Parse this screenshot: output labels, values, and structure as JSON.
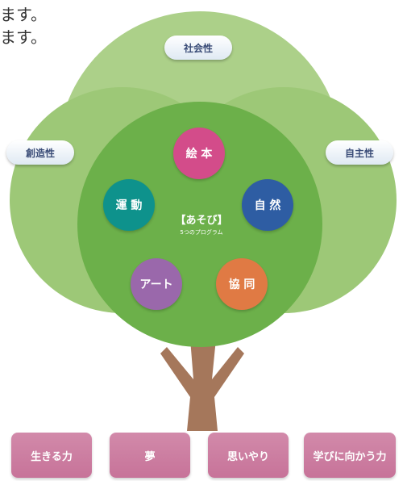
{
  "top_text": [
    "ます。",
    "ます。"
  ],
  "traits": {
    "social": "社会性",
    "creativity": "創造性",
    "independence": "自主性"
  },
  "center": {
    "title": "【あそび】",
    "subtitle": "5つのプログラム"
  },
  "programs": {
    "picture_book": "絵 本",
    "nature": "自 然",
    "cooperation": "協 同",
    "art": "アート",
    "exercise": "運 動"
  },
  "roots": [
    "生きる力",
    "夢",
    "思いやり",
    "学びに向かう力"
  ],
  "colors": {
    "canopy_light": "#a9cf86",
    "canopy_mid": "#8cc063",
    "canopy_core": "#6cb04a",
    "trunk": "#a5775b",
    "picture_book": "#d34c8a",
    "nature": "#2e5da3",
    "cooperation": "#e07a44",
    "art": "#9a68ab",
    "exercise": "#0e928c",
    "root_box": "#c97a9e"
  }
}
